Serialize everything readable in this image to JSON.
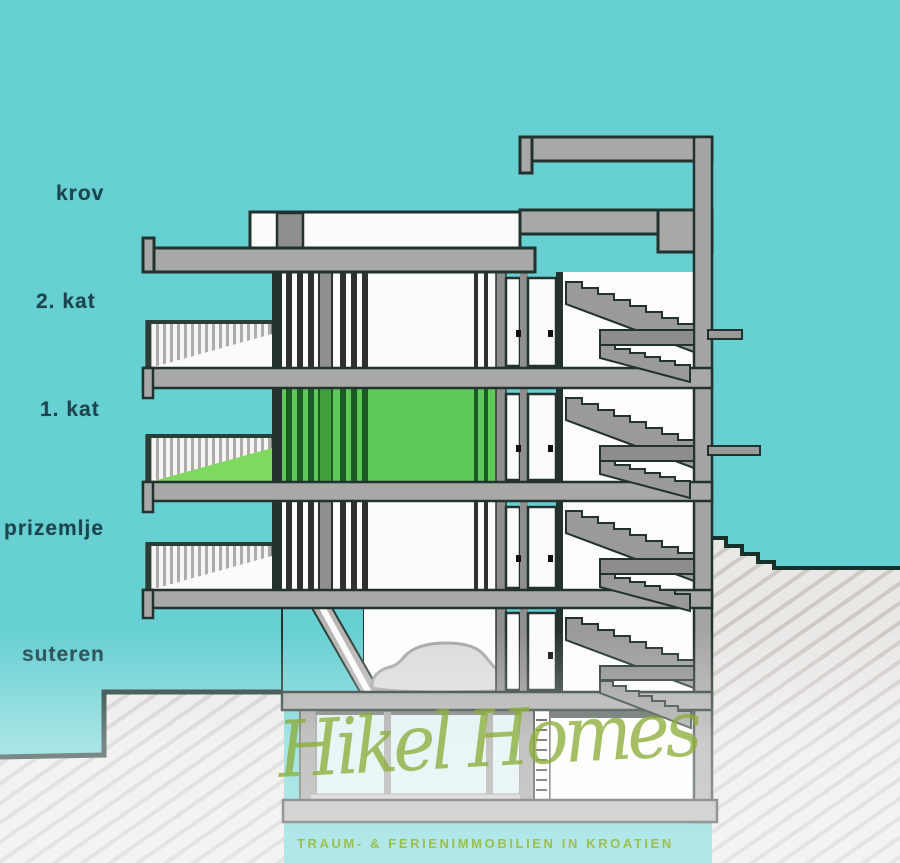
{
  "drawing": {
    "type": "architectural-cross-section",
    "description": "Building section with staircase, balconies, garage with car, highlighted floor",
    "highlighted_floor": "1. kat"
  },
  "floor_labels": [
    {
      "label": "krov"
    },
    {
      "label": "2. kat"
    },
    {
      "label": "1. kat"
    },
    {
      "label": "prizemlje"
    },
    {
      "label": "suteren"
    }
  ],
  "watermark": {
    "brand_script": "Hikel Homes",
    "tagline": "TRAUM- & FERIENIMMOBILIEN IN KROATIEN"
  },
  "colors": {
    "background_teal": "#66d0d2",
    "label_text": "#1d444c",
    "highlight_green": "#5ec957",
    "highlight_green_dark": "#1d5a23",
    "highlight_green_mid": "#42a03c",
    "balcony_green": "#7fd95e",
    "watermark_green": "#8cae3a",
    "tagline_green": "#9cbf4e",
    "window_pale": "#d9eef0",
    "structure_gray": "#a8a8a6",
    "outline_dark": "#22322e",
    "earth_base": "#eae8e5",
    "earth_line": "#c9c6c2"
  }
}
